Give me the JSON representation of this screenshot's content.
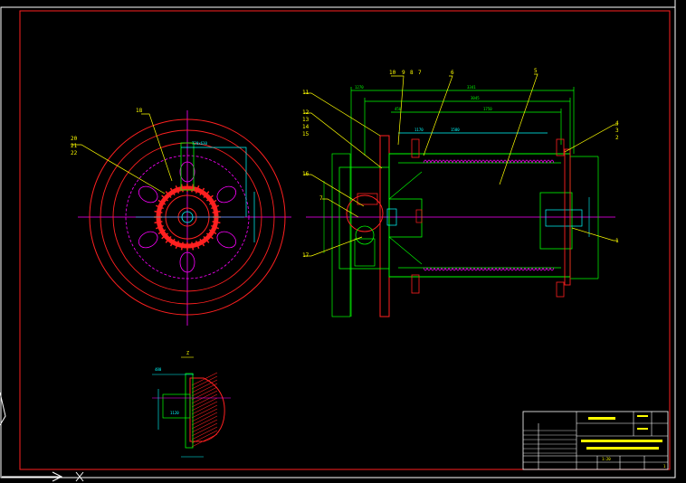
{
  "colors": {
    "background": "#000000",
    "frame": "#ff2020",
    "border": "#ffffff",
    "outline": "#00ff00",
    "centerline": "#ff00ff",
    "dimension": "#00ffff",
    "leader": "#ffff00",
    "hidden": "#ff00ff",
    "hatch": "#ff3333"
  },
  "callouts": {
    "c1": "1",
    "c2": "2",
    "c3": "3",
    "c4": "4",
    "c5": "5",
    "c6": "6",
    "c7": "7",
    "c8": "8",
    "c9": "9",
    "c10": "10",
    "c11": "11",
    "c12": "12",
    "c13": "13",
    "c14": "14",
    "c15": "15",
    "c16": "16",
    "c17": "17",
    "c18": "18",
    "c20": "20",
    "c21": "21",
    "c22": "22",
    "c7b": "7"
  },
  "dimensions": {
    "d_top1": "1270",
    "d_top2": "3341",
    "d_top3": "3045",
    "d_mid1": "1750",
    "d_mid2": "1580",
    "d_mid3": "450",
    "d_mid4": "1170",
    "d_circle": "720x630"
  },
  "detail_view": {
    "label": "Z",
    "dim_a": "480",
    "dim_b": "1120"
  },
  "title_block": {
    "designer": "",
    "drawing_no": "",
    "scale": "1:20",
    "sheet": "1"
  }
}
